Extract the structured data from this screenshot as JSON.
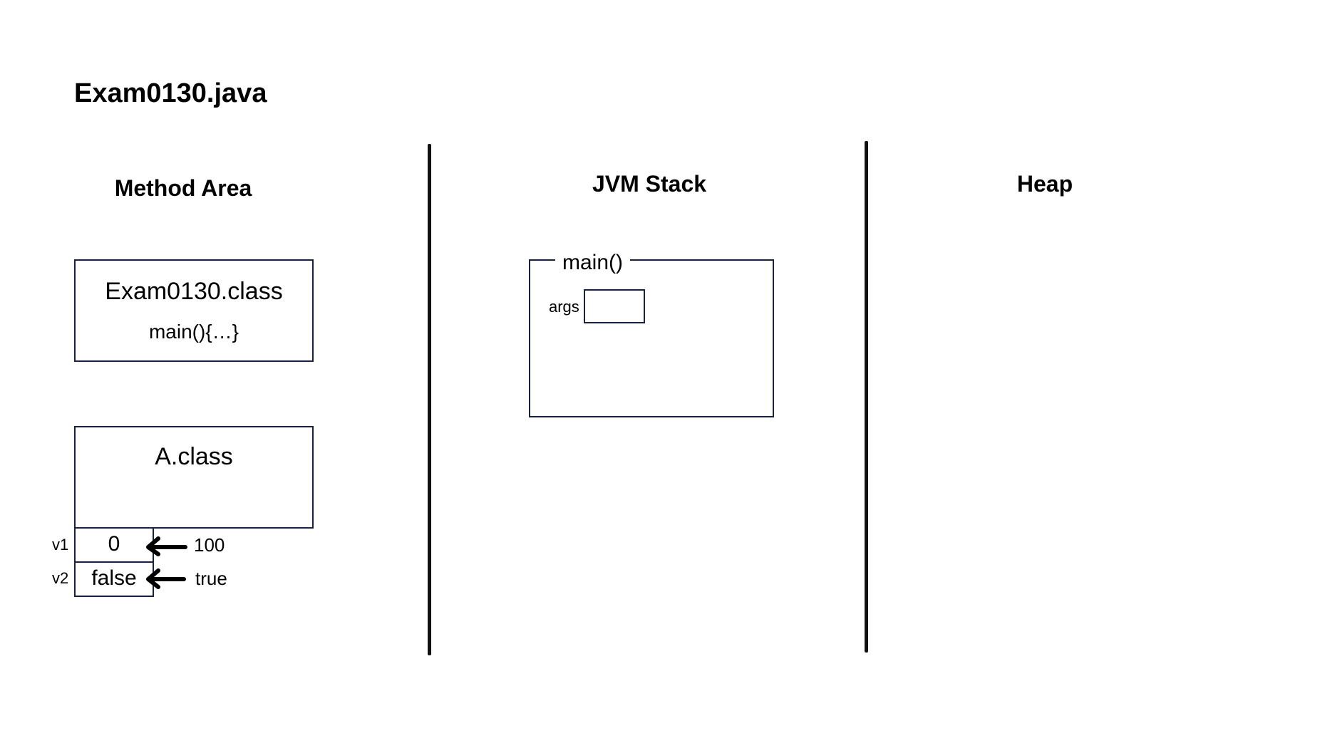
{
  "title": "Exam0130.java",
  "sections": {
    "method_area": "Method Area",
    "jvm_stack": "JVM Stack",
    "heap": "Heap"
  },
  "method_area": {
    "exam_class": {
      "name": "Exam0130.class",
      "member": "main(){…}"
    },
    "a_class": {
      "name": "A.class",
      "fields": [
        {
          "name": "v1",
          "value": "0",
          "assigned": "100"
        },
        {
          "name": "v2",
          "value": "false",
          "assigned": "true"
        }
      ]
    }
  },
  "jvm_stack": {
    "frame": {
      "label": "main()",
      "local_var": "args"
    }
  }
}
